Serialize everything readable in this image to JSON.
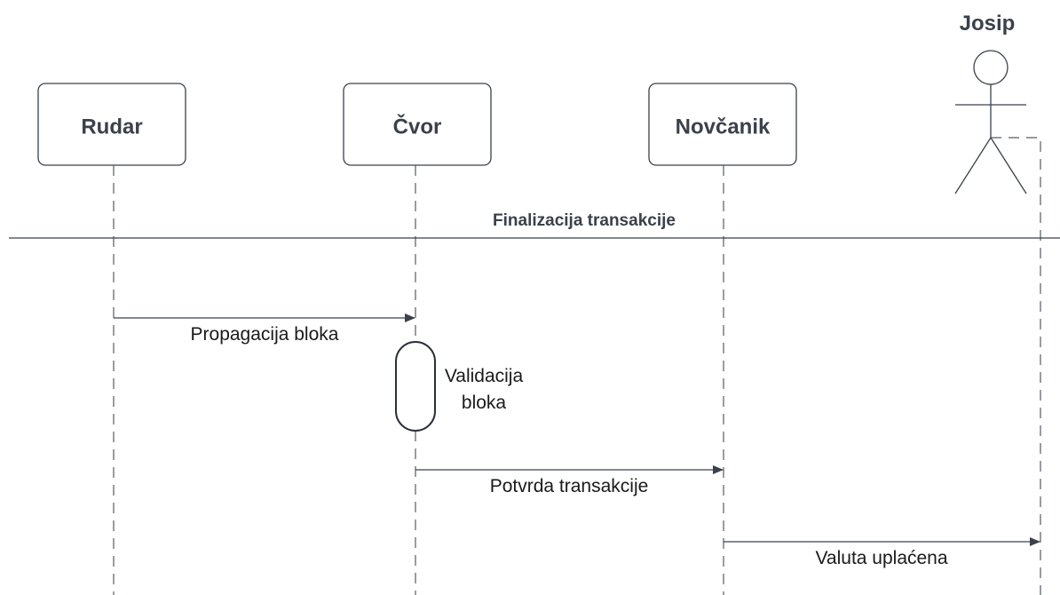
{
  "diagram": {
    "participants": {
      "rudar": "Rudar",
      "cvor": "Čvor",
      "novcanik": "Novčanik",
      "josip": "Josip"
    },
    "fragment_label": "Finalizacija transakcije",
    "activation": {
      "line1": "Validacija",
      "line2": "bloka"
    },
    "messages": {
      "propagacija": "Propagacija bloka",
      "potvrda": "Potvrda transakcije",
      "valuta": "Valuta uplaćena"
    }
  }
}
